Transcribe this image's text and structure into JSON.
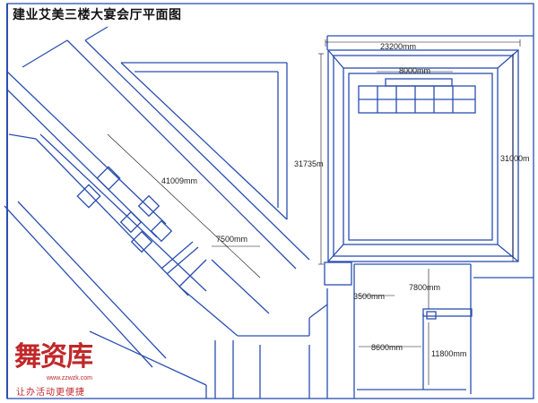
{
  "title": "建业艾美三楼大宴会厅平面图",
  "dimensions": {
    "top_width": "23200mm",
    "stage_width": "8000mm",
    "hall_depth_left": "31735m",
    "hall_depth_right": "31000m",
    "diagonal_length": "41009mm",
    "diagonal_width": "7500mm",
    "door_a": "3500mm",
    "corridor_a": "7800mm",
    "corridor_b": "8600mm",
    "corridor_c": "11800mm"
  },
  "watermark": {
    "logo": "舞资库",
    "url": "www.zzwzk.com",
    "slogan": "让办活动更便捷"
  },
  "colors": {
    "line": "#2a4fb0",
    "text": "#222222",
    "watermark": "#c0282a"
  }
}
